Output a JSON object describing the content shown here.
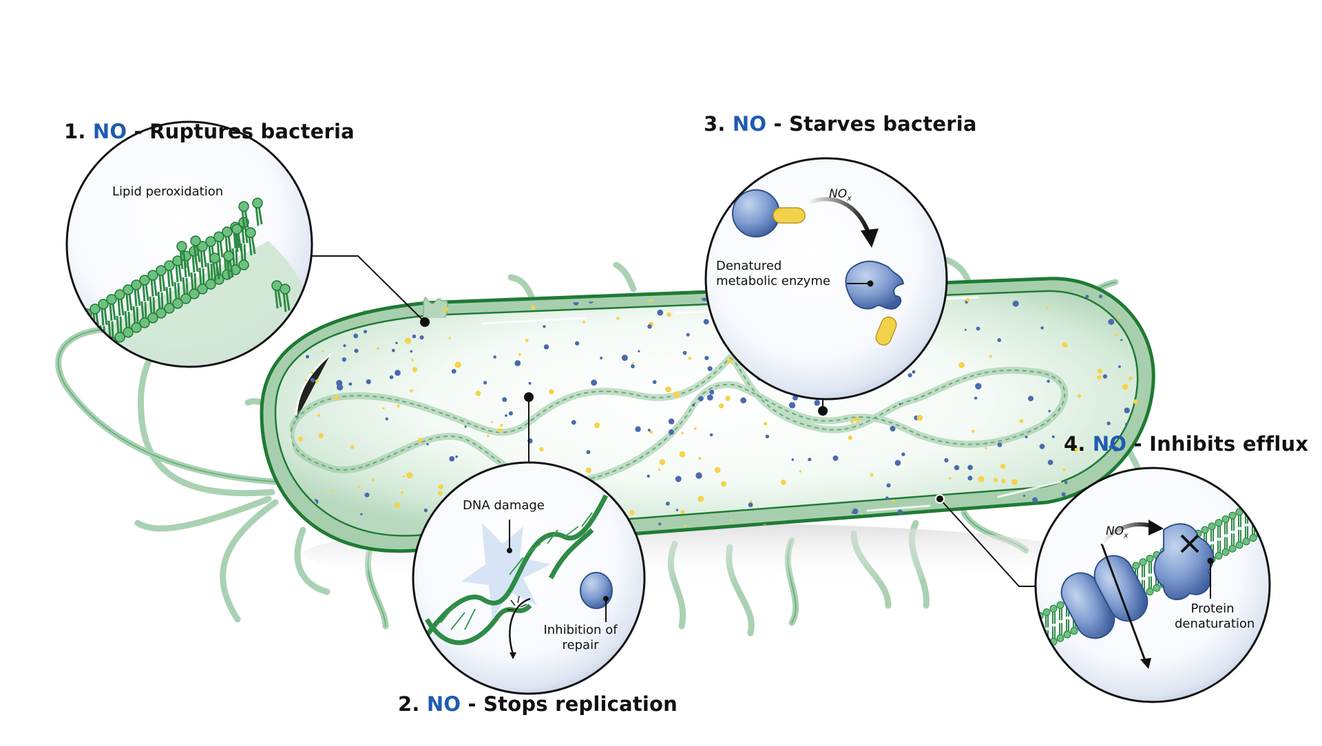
{
  "figure": {
    "subject": "Nitric oxide (NO) antibacterial mechanisms",
    "colors": {
      "no_accent": "#1f5bb0",
      "membrane_green": "#2e8b45",
      "cell_fill": "#d9ecdc",
      "dna_green": "#7fb98c",
      "particle_blue": "#4a6aad",
      "particle_yellow": "#f5d34a",
      "protein_blue": "#5a7fc0",
      "cofactor_yellow": "#f2d24a"
    }
  },
  "panels": [
    {
      "number": "1.",
      "agent": "NO",
      "separator": "-",
      "effect": "Ruptures bacteria",
      "callouts": [
        "Lipid peroxidation"
      ],
      "icon": "lipid-bilayer-icon"
    },
    {
      "number": "2.",
      "agent": "NO",
      "separator": "-",
      "effect": "Stops replication",
      "callouts": [
        "DNA damage",
        "Inhibition of repair"
      ],
      "icon": "dna-helix-icon"
    },
    {
      "number": "3.",
      "agent": "NO",
      "separator": "-",
      "effect": "Starves bacteria",
      "callouts": [
        "Denatured metabolic enzyme"
      ],
      "callout_lines": [
        "Denatured",
        "metabolic enzyme"
      ],
      "reactant_label": "NO",
      "reactant_subscript": "x",
      "icon": "enzyme-icon"
    },
    {
      "number": "4.",
      "agent": "NO",
      "separator": "-",
      "effect": "Inhibits efflux",
      "callouts": [
        "Protein denaturation"
      ],
      "callout_lines": [
        "Protein",
        "denaturation"
      ],
      "reactant_label": "NO",
      "reactant_subscript": "x",
      "icon": "efflux-pump-icon"
    }
  ],
  "labels_split": {
    "p2_repair_line1": "Inhibition of",
    "p2_repair_line2": "repair"
  }
}
